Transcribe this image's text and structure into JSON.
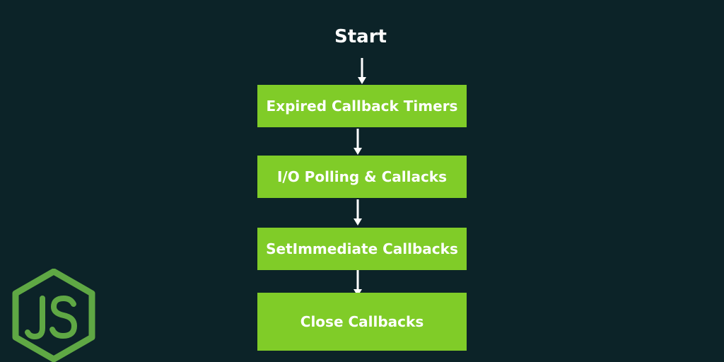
{
  "diagram": {
    "start_label": "Start",
    "steps": [
      {
        "label": "Expired Callback Timers"
      },
      {
        "label": "I/O Polling & Callacks"
      },
      {
        "label": "SetImmediate Callbacks"
      },
      {
        "label": "Close Callbacks"
      }
    ]
  },
  "colors": {
    "background": "#0c2328",
    "box_fill": "#80cc28",
    "text": "#ffffff",
    "logo": "#5fa844"
  },
  "logo": {
    "text": "JS"
  }
}
